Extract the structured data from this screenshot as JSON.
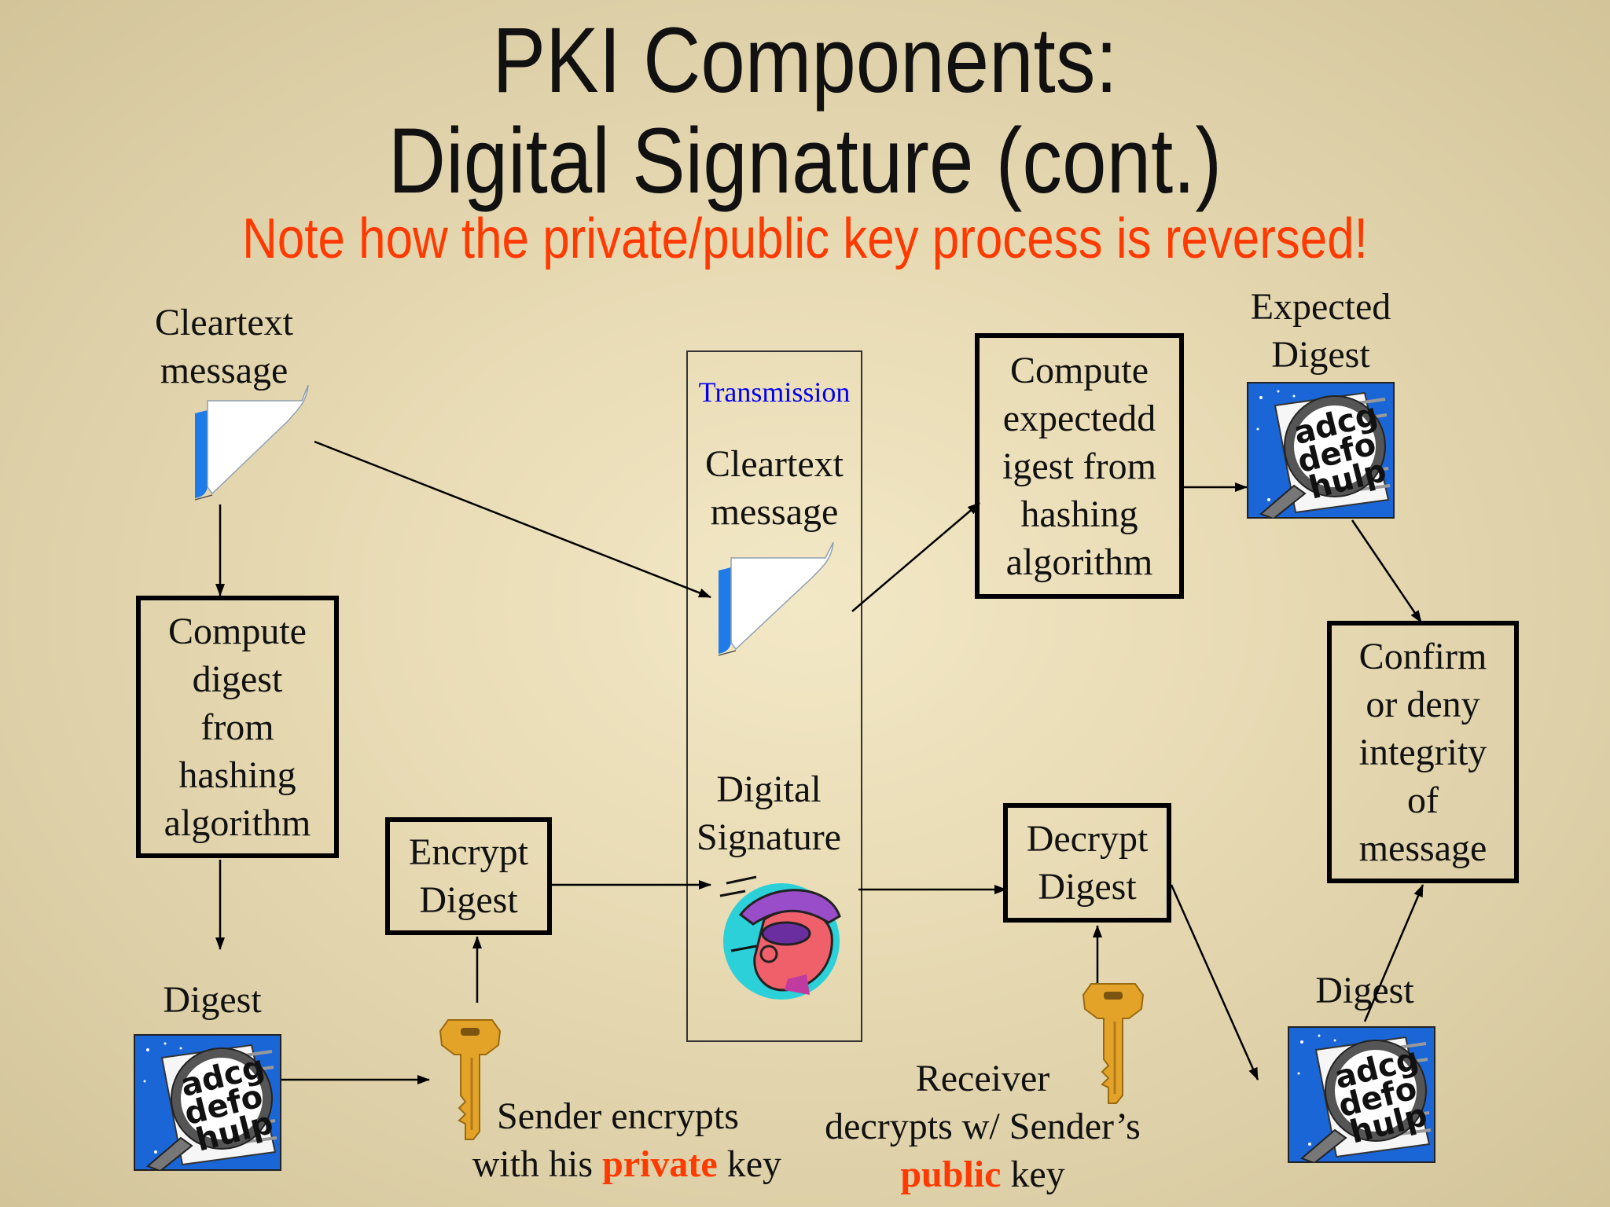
{
  "slide": {
    "title_line1": "PKI Components:",
    "title_line2": "Digital Signature (cont.)",
    "subtitle": "Note how the private/public key process is reversed!"
  },
  "sender": {
    "cleartext_label_line1": "Cleartext",
    "cleartext_label_line2": "message",
    "compute_box_lines": [
      "Compute",
      "digest",
      "from",
      "hashing",
      "algorithm"
    ],
    "digest_label": "Digest",
    "encrypt_box_lines": [
      "Encrypt",
      "Digest"
    ],
    "key_caption_part1": "Sender encrypts",
    "key_caption_part2": "with his",
    "key_caption_highlight": "private",
    "key_caption_part3": "key"
  },
  "transmission": {
    "label": "Transmission",
    "cleartext_line1": "Cleartext",
    "cleartext_line2": "message",
    "signature_line1": "Digital",
    "signature_line2": "Signature"
  },
  "receiver": {
    "compute_box_lines": [
      "Compute",
      "expectedd",
      "igest from",
      "hashing",
      "algorithm"
    ],
    "expected_digest_line1": "Expected",
    "expected_digest_line2": "Digest",
    "decrypt_box_lines": [
      "Decrypt",
      "Digest"
    ],
    "confirm_box_lines": [
      "Confirm",
      "or deny",
      "integrity",
      "of",
      "message"
    ],
    "digest_label": "Digest",
    "key_caption_line1": "Receiver",
    "key_caption_line2": "decrypts w/ Sender’s",
    "key_caption_highlight": "public",
    "key_caption_part3": "key"
  },
  "colors": {
    "subtitle": "#ff3a00",
    "highlight": "#ff3a00",
    "transmission_label": "#0000ee",
    "key_gold": "#e3a328",
    "doc_fold_blue": "#1e7be8"
  },
  "icons": [
    "document-icon",
    "digest-magnifier-icon",
    "key-icon",
    "spy-signature-icon"
  ]
}
